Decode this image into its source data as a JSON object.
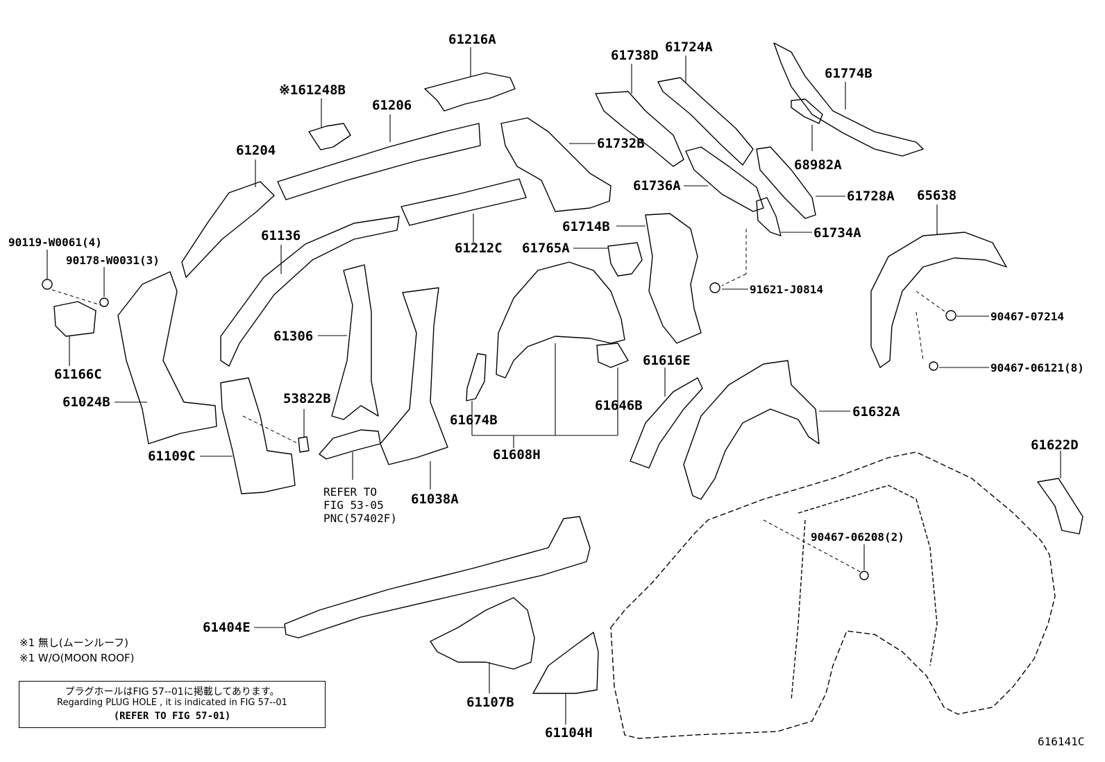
{
  "labels": {
    "p61216A": "61216A",
    "p61248B": "※161248B",
    "p61206": "61206",
    "p61204": "61204",
    "p61136": "61136",
    "p61212C": "61212C",
    "p61732B": "61732B",
    "p61738D": "61738D",
    "p61724A": "61724A",
    "p61774B": "61774B",
    "p68982A": "68982A",
    "p61736A": "61736A",
    "p61728A": "61728A",
    "p65638": "65638",
    "p61714B": "61714B",
    "p61734A": "61734A",
    "p61765A": "61765A",
    "p91621": "91621-J0814",
    "p90467_07214": "90467-07214",
    "p90467_06121": "90467-06121(8)",
    "p90119": "90119-W0061(4)",
    "p90178": "90178-W0031(3)",
    "p61306": "61306",
    "p61166C": "61166C",
    "p61024B": "61024B",
    "p53822B": "53822B",
    "p61109C": "61109C",
    "p61038A": "61038A",
    "p61674B": "61674B",
    "p61608H": "61608H",
    "p61646B": "61646B",
    "p61616E": "61616E",
    "p61632A": "61632A",
    "p61622D": "61622D",
    "p90467_06208": "90467-06208(2)",
    "p61404E": "61404E",
    "p61107B": "61107B",
    "p61104H": "61104H"
  },
  "refer_note": {
    "line1": "REFER TO",
    "line2": "FIG 53-05",
    "line3": "PNC(57402F)"
  },
  "footnotes": {
    "jp": "※1 無し(ムーンルーフ)",
    "en": "※1 W/O(MOON ROOF)"
  },
  "plug_hole_box": {
    "jp": "プラグホールはFIG 57--01に掲載してあります。",
    "en": "Regarding PLUG HOLE , it is indicated in FIG 57--01",
    "ref": "(REFER TO FIG 57-01)"
  },
  "figure_code": "616141C"
}
